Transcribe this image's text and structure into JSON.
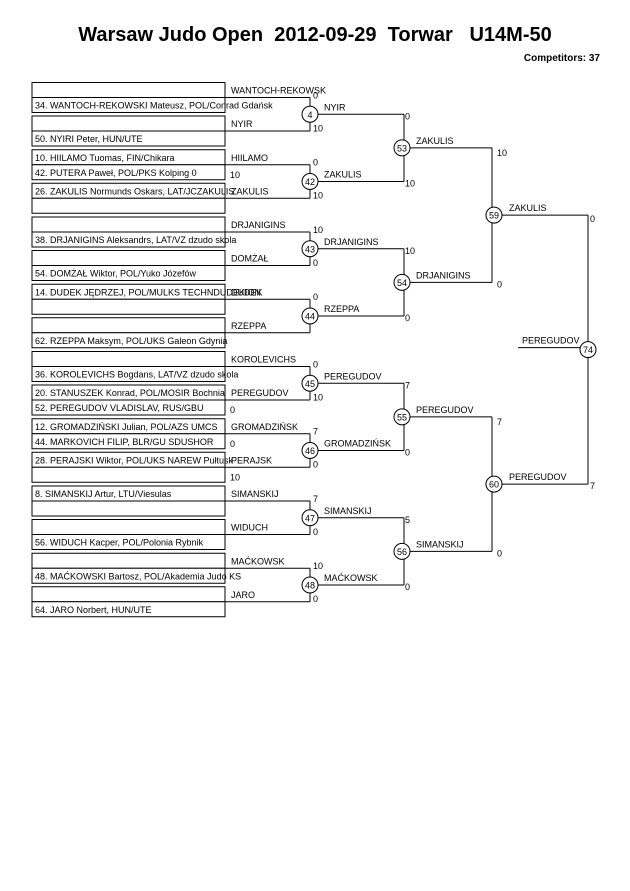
{
  "header": {
    "title": "Warsaw Judo Open  2012-09-29  Torwar   U14M-50",
    "competitors": "Competitors: 37"
  },
  "competitors": [
    {
      "top": "",
      "bottom": "34. WANTOCH-REKOWSKI Mateusz, POL/Conrad Gdańsk"
    },
    {
      "top": "",
      "bottom": "50. NYIRI Peter, HUN/UTE"
    },
    {
      "top": "10. HIILAMO Tuomas, FIN/Chikara",
      "bottom": "42. PUTERA Paweł, POL/PKS Kolping 0"
    },
    {
      "top": "26. ZAKULIS Normunds Oskars, LAT/JCZAKULIS",
      "bottom": ""
    },
    {
      "top": "",
      "bottom": "38. DRJANIGINS Aleksandrs, LAT/VZ dzudo skola"
    },
    {
      "top": "",
      "bottom": "54. DOMŻAŁ Wiktor, POL/Yuko Józefów"
    },
    {
      "top": "14. DUDEK JĘDRZEJ, POL/MULKS TECHNDUDEKION",
      "bottom": ""
    },
    {
      "top": "",
      "bottom": "62. RZEPPA Maksym, POL/UKS Galeon Gdynia"
    },
    {
      "top": "",
      "bottom": "36. KOROLEVICHS Bogdans, LAT/VZ dzudo skola"
    },
    {
      "top": "20. STANUSZEK Konrad, POL/MOSIR Bochnia",
      "bottom": "52. PEREGUDOV VLADISLAV, RUS/GBU"
    },
    {
      "top": "12. GROMADZIŃSKI Julian, POL/AZS UMCS",
      "bottom": "44. MARKOVICH FILIP, BLR/GU SDUSHOR"
    },
    {
      "top": "28. PERAJSKI Wiktor, POL/UKS NAREW Pułtusk",
      "bottom": ""
    },
    {
      "top": "8. SIMANSKIJ  Artur, LTU/Viesulas",
      "bottom": ""
    },
    {
      "top": "",
      "bottom": "56. WIDUCH Kacper, POL/Polonia Rybnik"
    },
    {
      "top": "",
      "bottom": "48. MAĆKOWSKI Bartosz, POL/Akademia Judo KS"
    },
    {
      "top": "",
      "bottom": "64. JARO  Norbert, HUN/UTE"
    }
  ],
  "round1": [
    {
      "top": "WANTOCH-REKOWSK",
      "bottom": "NYIR",
      "ts": "",
      "bs": ""
    },
    {
      "top": "HIILAMO",
      "bottom": "ZAKULIS",
      "ts": "10",
      "bs": ""
    },
    {
      "top": "DRJANIGINS",
      "bottom": "DOMŻAŁ",
      "ts": "",
      "bs": ""
    },
    {
      "top": "DUDEK",
      "bottom": "RZEPPA",
      "ts": "",
      "bs": ""
    },
    {
      "top": "KOROLEVICHS",
      "bottom": "PEREGUDOV",
      "ts": "",
      "bs": "0"
    },
    {
      "top": "GROMADZIŃSK",
      "bottom": "PERAJSK",
      "ts": "0",
      "bs": "10"
    },
    {
      "top": "SIMANSKIJ",
      "bottom": "WIDUCH",
      "ts": "",
      "bs": ""
    },
    {
      "top": "MAĆKOWSK",
      "bottom": "JARO",
      "ts": "",
      "bs": ""
    }
  ],
  "round2": [
    {
      "match": "4",
      "winner": "NYIR",
      "ts": "0",
      "bs": "10"
    },
    {
      "match": "42",
      "winner": "ZAKULIS",
      "ts": "0",
      "bs": "10"
    },
    {
      "match": "43",
      "winner": "DRJANIGINS",
      "ts": "10",
      "bs": "0"
    },
    {
      "match": "44",
      "winner": "RZEPPA",
      "ts": "0",
      "bs": ""
    },
    {
      "match": "45",
      "winner": "PEREGUDOV",
      "ts": "0",
      "bs": "10"
    },
    {
      "match": "46",
      "winner": "GROMADZIŃSK",
      "ts": "7",
      "bs": "0"
    },
    {
      "match": "47",
      "winner": "SIMANSKIJ",
      "ts": "7",
      "bs": "0"
    },
    {
      "match": "48",
      "winner": "MAĆKOWSK",
      "ts": "10",
      "bs": "0"
    }
  ],
  "round3": [
    {
      "match": "53",
      "winner": "ZAKULIS",
      "ts": "0",
      "bs": "10"
    },
    {
      "match": "54",
      "winner": "DRJANIGINS",
      "ts": "10",
      "bs": "0"
    },
    {
      "match": "55",
      "winner": "PEREGUDOV",
      "ts": "7",
      "bs": "0"
    },
    {
      "match": "56",
      "winner": "SIMANSKIJ",
      "ts": "5",
      "bs": "0"
    }
  ],
  "round4": [
    {
      "match": "59",
      "winner": "ZAKULIS",
      "ts": "10",
      "bs": "0"
    },
    {
      "match": "60",
      "winner": "PEREGUDOV",
      "ts": "7",
      "bs": "0"
    }
  ],
  "final": {
    "match": "74",
    "winner": "PEREGUDOV",
    "ts": "0",
    "bs": "7"
  }
}
